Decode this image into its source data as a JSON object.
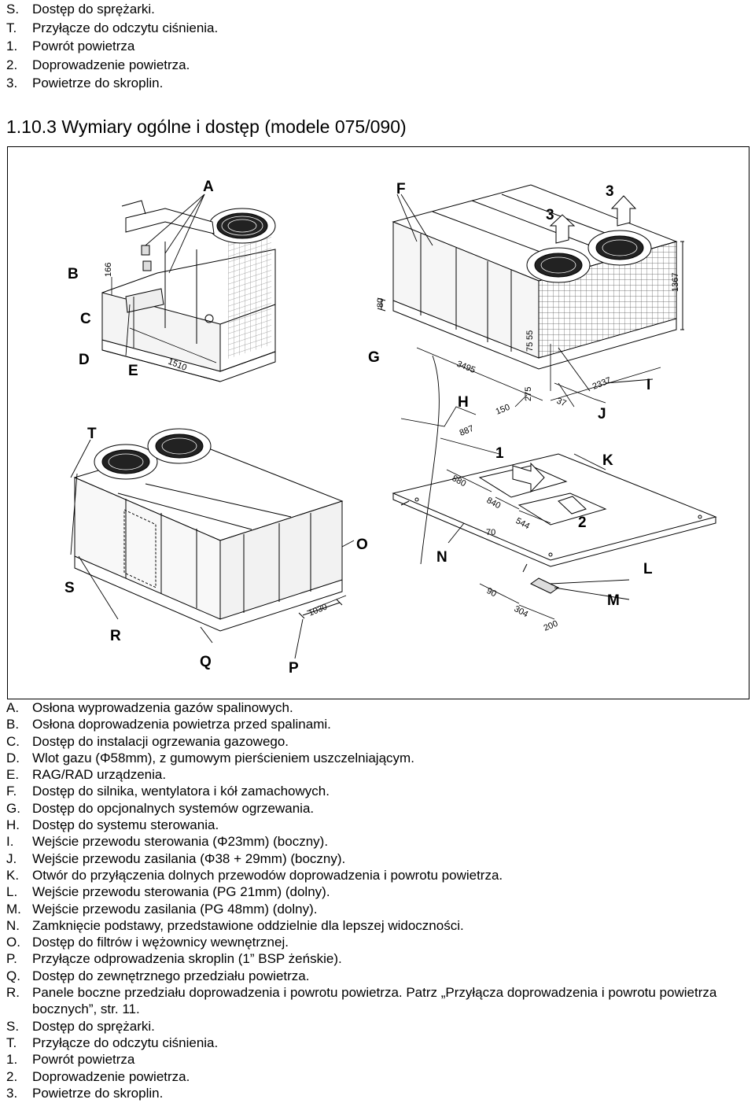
{
  "top_list": [
    {
      "key": "S.",
      "text": "Dostęp do sprężarki."
    },
    {
      "key": "T.",
      "text": "Przyłącze do odczytu ciśnienia."
    },
    {
      "key": "1.",
      "text": "Powrót powietrza"
    },
    {
      "key": "2.",
      "text": "Doprowadzenie powietrza."
    },
    {
      "key": "3.",
      "text": "Powietrze do skroplin."
    }
  ],
  "heading": "1.10.3 Wymiary ogólne i dostęp (modele 075/090)",
  "figure": {
    "labels": {
      "A": "A",
      "B": "B",
      "C": "C",
      "D": "D",
      "E": "E",
      "F": "F",
      "G": "G",
      "H": "H",
      "I": "I",
      "J": "J",
      "K": "K",
      "L": "L",
      "M": "M",
      "N": "N",
      "O": "O",
      "P": "P",
      "Q": "Q",
      "R": "R",
      "S": "S",
      "T": "T",
      "n1": "1",
      "n2": "2",
      "n3a": "3",
      "n3b": "3"
    },
    "dims": {
      "d166": "166",
      "d1510": "1510",
      "d80": "80",
      "d1367": "1367",
      "d3495": "3495",
      "d75": "75",
      "d55": "55",
      "d275": "275",
      "d37": "37",
      "d2337": "2337",
      "d150": "150",
      "d887": "887",
      "d880": "880",
      "d840": "840",
      "d70": "70",
      "d544": "544",
      "d90": "90",
      "d304": "304",
      "d200": "200",
      "d1030": "1030"
    }
  },
  "legend": [
    {
      "key": "A.",
      "text": "Osłona wyprowadzenia gazów spalinowych."
    },
    {
      "key": "B.",
      "text": "Osłona doprowadzenia powietrza przed spalinami."
    },
    {
      "key": "C.",
      "text": "Dostęp do instalacji ogrzewania gazowego."
    },
    {
      "key": "D.",
      "text": "Wlot gazu (Φ58mm), z gumowym pierścieniem uszczelniającym."
    },
    {
      "key": "E.",
      "text": "RAG/RAD urządzenia."
    },
    {
      "key": "F.",
      "text": "Dostęp do silnika, wentylatora i kół zamachowych."
    },
    {
      "key": "G.",
      "text": "Dostęp do opcjonalnych systemów ogrzewania."
    },
    {
      "key": "H.",
      "text": "Dostęp do systemu sterowania."
    },
    {
      "key": "I.",
      "text": "Wejście przewodu sterowania (Φ23mm) (boczny)."
    },
    {
      "key": "J.",
      "text": "Wejście przewodu zasilania (Φ38 + 29mm) (boczny)."
    },
    {
      "key": "K.",
      "text": "Otwór do przyłączenia dolnych przewodów doprowadzenia i powrotu powietrza."
    },
    {
      "key": "L.",
      "text": "Wejście przewodu sterowania (PG 21mm) (dolny)."
    },
    {
      "key": "M.",
      "text": "Wejście przewodu zasilania (PG 48mm) (dolny)."
    },
    {
      "key": "N.",
      "text": "Zamknięcie podstawy, przedstawione oddzielnie dla lepszej widoczności."
    },
    {
      "key": "O.",
      "text": "Dostęp do filtrów i wężownicy wewnętrznej."
    },
    {
      "key": "P.",
      "text": "Przyłącze odprowadzenia skroplin (1” BSP żeńskie)."
    },
    {
      "key": "Q.",
      "text": "Dostęp do zewnętrznego przedziału powietrza."
    },
    {
      "key": "R.",
      "text": "Panele boczne przedziału doprowadzenia i powrotu powietrza. Patrz „Przyłącza doprowadzenia i powrotu powietrza bocznych”, str. 11."
    },
    {
      "key": "S.",
      "text": "Dostęp do sprężarki."
    },
    {
      "key": "T.",
      "text": "Przyłącze do odczytu ciśnienia."
    },
    {
      "key": "1.",
      "text": "Powrót powietrza"
    },
    {
      "key": "2.",
      "text": "Doprowadzenie powietrza."
    },
    {
      "key": "3.",
      "text": "Powietrze do skroplin."
    }
  ]
}
